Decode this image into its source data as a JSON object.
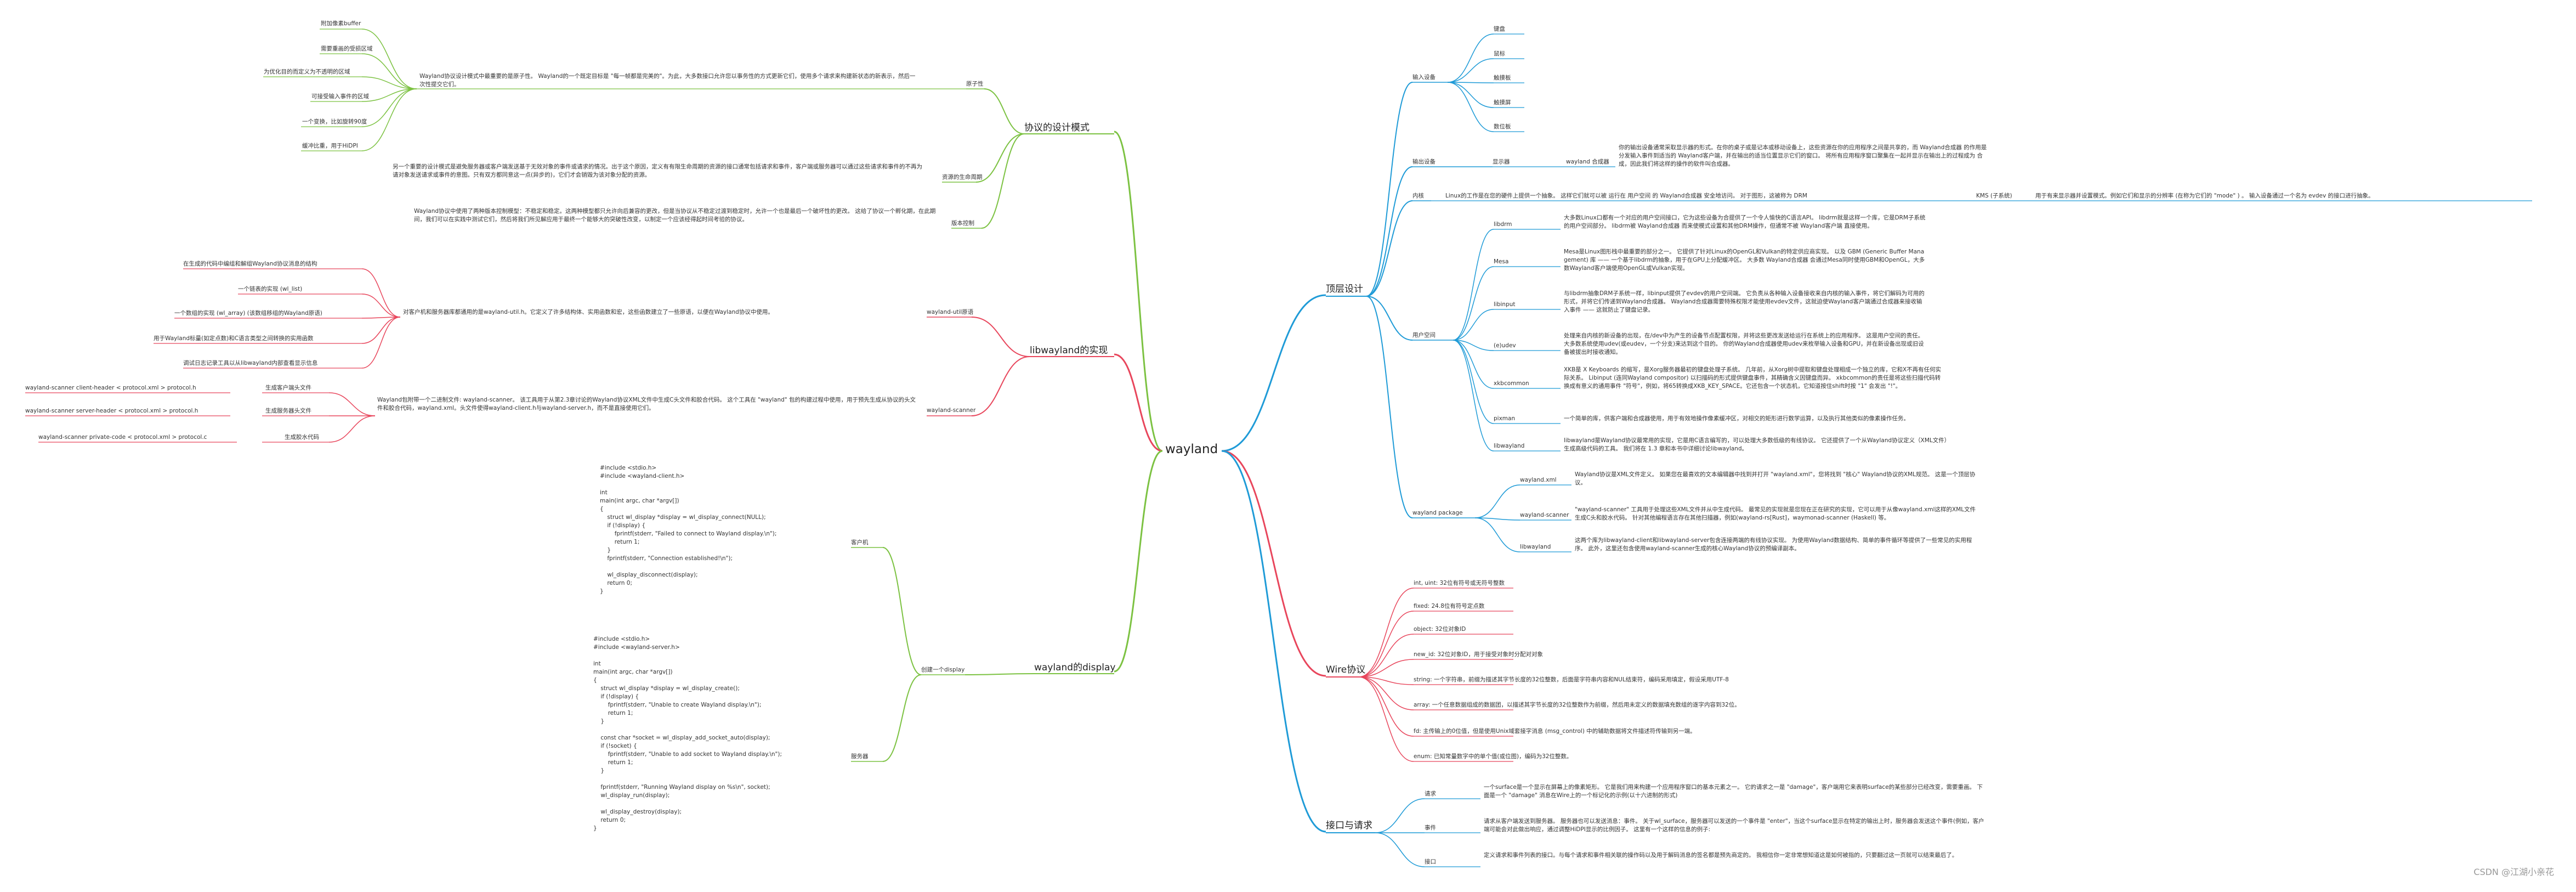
{
  "root": "wayland",
  "colors": {
    "green": "#7cc242",
    "red": "#e8465c",
    "blue": "#1f9bd7"
  },
  "watermark": "CSDN @江湖小亲花",
  "left": {
    "design": {
      "label": "协议的设计模式",
      "atomic": {
        "label": "原子性",
        "text": "Wayland协议设计模式中最重要的是原子性。 Wayland的一个既定目标是 \"每一帧都是完美的\"。为此，大多数接口允许您以事务性的方式更新它们，使用多个请求来构建新状态的新表示，然后一次性提交它们。",
        "items": [
          "附加像素buffer",
          "需要重画的受损区域",
          "为优化目的而定义为不透明的区域",
          "可接受输入事件的区域",
          "一个变换，比如旋转90度",
          "缓冲比重，用于HiDPI"
        ]
      },
      "alloc": {
        "label": "资源的生命周期",
        "text": "另一个重要的设计模式是避免服务器或客户端发送基于无效对象的事件或请求的情况。出于这个原因，定义有有限生命周期的资源的接口通常包括请求和事件，客户端或服务器可以通过这些请求和事件的不再为请对象发送请求或事件的意图。只有双方都同意这一点(异步的)，它们才会销毁为该对象分配的资源。"
      },
      "version": {
        "label": "版本控制",
        "text": "Wayland协议中使用了两种版本控制模型：不稳定和稳定。这两种模型都只允许向后兼容的更改，但是当协议从不稳定过渡到稳定时，允许一个也是最后一个破坏性的更改。 这给了协议一个孵化期，在此期间，我们可以在实践中测试它们，然后将我们所见解应用于最终一个能够大的突破性改变，以制定一个应该经得起时间考验的协议。"
      }
    },
    "libwayland": {
      "label": "libwayland的实现",
      "util": {
        "label": "wayland-util原语",
        "text": "对客户机和服务器库都通用的是wayland-util.h。它定义了许多结构体、实用函数和宏，这些函数建立了一些原语，以便在Wayland协议中使用。",
        "items": [
          "在生成的代码中编组和解组Wayland协议消息的结构",
          "一个链表的实现 (wl_list)",
          "一个数组的实现 (wl_array) (该数组移组的Wayland原语)",
          "用于Wayland标量(如定点数)和C语言类型之间转换的实用函数",
          "调试日志记录工具以从libwayland内部查看显示信息"
        ]
      },
      "scanner": {
        "label": "wayland-scanner",
        "text": "Wayland包附带一个二进制文件: wayland-scanner。 该工具用于从第2.3章讨论的Wayland协议XML文件中生成C头文件和胶合代码。 这个工具在 \"wayland\" 包的构建过程中使用，用于预先生成从协议的头文件和胶合代码，wayland.xml。头文件使得wayland-client.h与wayland-server.h，而不是直接使用它们。",
        "rows": [
          {
            "cmd": "wayland-scanner client-header < protocol.xml > protocol.h",
            "desc": "生成客户端头文件"
          },
          {
            "cmd": "wayland-scanner server-header < protocol.xml > protocol.h",
            "desc": "生成服务器头文件"
          },
          {
            "cmd": "wayland-scanner private-code < protocol.xml > protocol.c",
            "desc": "生成胶水代码"
          }
        ]
      }
    },
    "display": {
      "label": "wayland的display",
      "create": "创建一个display",
      "client": {
        "label": "客户机",
        "code": "#include <stdio.h>\n#include <wayland-client.h>\n\nint\nmain(int argc, char *argv[])\n{\n    struct wl_display *display = wl_display_connect(NULL);\n    if (!display) {\n        fprintf(stderr, \"Failed to connect to Wayland display.\\n\");\n        return 1;\n    }\n    fprintf(stderr, \"Connection established!\\n\");\n\n    wl_display_disconnect(display);\n    return 0;\n}"
      },
      "server": {
        "label": "服务器",
        "code": "#include <stdio.h>\n#include <wayland-server.h>\n\nint\nmain(int argc, char *argv[])\n{\n    struct wl_display *display = wl_display_create();\n    if (!display) {\n        fprintf(stderr, \"Unable to create Wayland display.\\n\");\n        return 1;\n    }\n\n    const char *socket = wl_display_add_socket_auto(display);\n    if (!socket) {\n        fprintf(stderr, \"Unable to add socket to Wayland display.\\n\");\n        return 1;\n    }\n\n    fprintf(stderr, \"Running Wayland display on %s\\n\", socket);\n    wl_display_run(display);\n\n    wl_display_destroy(display);\n    return 0;\n}"
      }
    }
  },
  "right": {
    "top": {
      "label": "顶层设计",
      "input": {
        "label": "输入设备",
        "items": [
          "键盘",
          "鼠标",
          "触摸板",
          "触摸屏",
          "数位板"
        ]
      },
      "output": {
        "label": "输出设备",
        "sub": "显示器",
        "sub2": "wayland 合成器",
        "text": "你的输出设备通常采取显示器的形式。在你的桌子或是记本或移动设备上，这些资源在你的应用程序之间是共享的，而 Wayland合成器 的作用是 分发输入事件到适当的 Wayland客户端，并在输出的适当位置显示它们的窗口。 将所有应用程序窗口聚集在一起并显示在输出上的过程成为 合成，因此我们将这样的操作的软件叫合成器。"
      },
      "kernel": {
        "label": "内核",
        "text": "Linux的工作是在您的硬件上提供一个抽象。 这样它们就可以被 运行在 用户空间 的 Wayland合成器 安全地访问。 对于图形，这被称为 DRM",
        "kms": "KMS (子系统)",
        "kms_text": "用于有来显示器并设置模式。例如它们和显示的分辨率 (在称为它们的 \"mode\" ) 。 输入设备通过一个名为 evdev 的接口进行抽象。"
      },
      "user": {
        "label": "用户空间",
        "items": [
          {
            "name": "libdrm",
            "text": "大多数Linux口都有一个对应的用户空间接口，它为这些设备为合提供了一个令人愉快的C语言API。 libdrm就是这样一个库，它是DRM子系统的用户空间部分。 libdrm被 Wayland合成器 而来使模式设置和其他DRM操作，但通常不被 Wayland客户端 直接使用。"
          },
          {
            "name": "Mesa",
            "text": "Mesa是Linux图形栈中最重要的部分之一。 它提供了针对Linux的OpenGL和Vulkan的特定供应商实现。 以及 GBM (Generic Buffer Management) 库 —— 一个基于libdrm的抽象，用于在GPU上分配缓冲区。 大多数 Wayland合成器 会通过Mesa同时使用GBM和OpenGL，大多数Wayland客户端使用OpenGL或Vulkan实现。"
          },
          {
            "name": "libinput",
            "text": "与libdrm抽象DRM子系统一样，libinput提供了evdev的用户空间端。 它负责从各种输入设备接收来自内核的输入事件，将它们解码为可用的形式，并将它们传递到Wayland合成器。 Wayland合成器需要特殊权限才能使用evdev文件，这就迫使Wayland客户端通过合成器来接收输入事件 —— 这就防止了键盘记录。"
          },
          {
            "name": "(e)udev",
            "text": "处理来自内核的新设备的出现，在/dev中为产生的设备节点配置权限，并将这些更改发送给运行在系统上的应用程序。 这是用户空间的责任。 大多数系统使用udev(或eudev，一个分支)来达到这个目的。 你的Wayland合成器使用udev来枚举输入设备和GPU，并在新设备出现或旧设备被拔出时接收通知。"
          },
          {
            "name": "xkbcommon",
            "text": "XKB是 X Keyboards 的缩写，是Xorg服务器最初的键盘处理子系统。 几年前，从Xorg树中提取和键盘处理相成一个独立的库，它和X不再有任何实际关系。 Libinput (连同Wayland compositor) 以扫描码的形式提供键盘事件，其精确含义因键盘而异。 xkbcommon的责任是将这些扫描代码转换成有意义的通用事件 \"符号\"，例如，将65转换成XKB_KEY_SPACE。它还包含一个状态机，它知道按住shift时按 \"1\" 会发出 \"!\"。"
          },
          {
            "name": "pixman",
            "text": "一个简单的库，供客户端和合成器使用，用于有效地操作像素缓冲区，对相交的矩形进行数学运算，以及执行其他类似的像素操作任务。"
          },
          {
            "name": "libwayland",
            "text": "libwayland是Wayland协议最常用的实现，它是用C语言编写的，可以处理大多数低级的有线协议。 它还提供了一个从Wayland协议定义（XML文件）生成高级代码的工具。 我们将在 1.3 章和本书中详细讨论libwayland。"
          }
        ]
      },
      "package": {
        "label": "wayland package",
        "items": [
          {
            "name": "wayland.xml",
            "text": "Wayland协议是XML文件定义。 如果您在最喜欢的文本编辑器中找到并打开 \"wayland.xml\"，您将找到 \"核心\" Wayland协议的XML规范。 这是一个顶层协议。"
          },
          {
            "name": "wayland-scanner",
            "text": "\"wayland-scanner\" 工具用于处理这些XML文件并从中生成代码。 最常见的实现就是您现在正在研究的实现，它可以用于从像wayland.xml这样的XML文件生成C头和胶水代码。 针对其他编程语言存在其他扫描器，例如(wayland-rs[Rust]，waymonad-scanner (Haskell) 等。"
          },
          {
            "name": "libwayland",
            "text": "这两个库为libwayland-client和libwayland-server包含连接两端的有线协议实现。 为使用Wayland数据结构、简单的事件循环等提供了一些常见的实用程序。 此外，这里还包含使用wayland-scanner生成的核心Wayland协议的预编译副本。"
          }
        ]
      }
    },
    "wire": {
      "label": "Wire协议",
      "items": [
        "int, uint: 32位有符号或无符号整数",
        "fixed: 24.8位有符号定点数",
        "object: 32位对象ID",
        "new_id: 32位对象ID，用于接受对象时分配对对象",
        "string: 一个字符串，前缀为描述其字节长度的32位整数，后面是字符串内容和NUL结束符，编码采用填定，假设采用UTF-8",
        "array: 一个任意数据组成的数据团，以描述其字节长度的32位整数作为前缀，然后用未定义的数据填充数组的逐字内容到32位。",
        "fd: 主传输上的0位值，但是使用Unix域套接字消息 (msg_control) 中的辅助数据将文件描述符传输到另一端。",
        "enum: 已知常量数字中的单个值(或位图)，编码为32位整数。"
      ]
    },
    "iface": {
      "label": "接口与请求",
      "items": [
        {
          "name": "请求",
          "text": "一个surface是一个显示在屏幕上的像素矩形。 它是我们用来构建一个应用程序窗口的基本元素之一。 它的请求之一是 \"damage\"，客户端用它来表明surface的某些部分已经改变，需要重画。 下面是一个 \"damage\" 消息在Wire上的一个标记化的示例(以十六进制的形式)"
        },
        {
          "name": "事件",
          "text": "请求从客户端发送到服务器。 服务器也可以发送消息：事件。 关于wl_surface，服务器可以发送的一个事件是 \"enter\"，当这个surface显示在特定的输出上时，服务器会发送这个事件(例如，客户端可能会对此做出响应，通过调整HiDPI显示的比例因子。 这里有一个这样的信息的例子:"
        },
        {
          "name": "接口",
          "text": "定义请求和事件列表的接口。与每个请求和事件相关联的操作码以及用于解码消息的签名都是预先商定的。 我相信你一定非常想知道这是如何被指的，只要翻过这一页就可以结束最后了。"
        }
      ]
    }
  }
}
